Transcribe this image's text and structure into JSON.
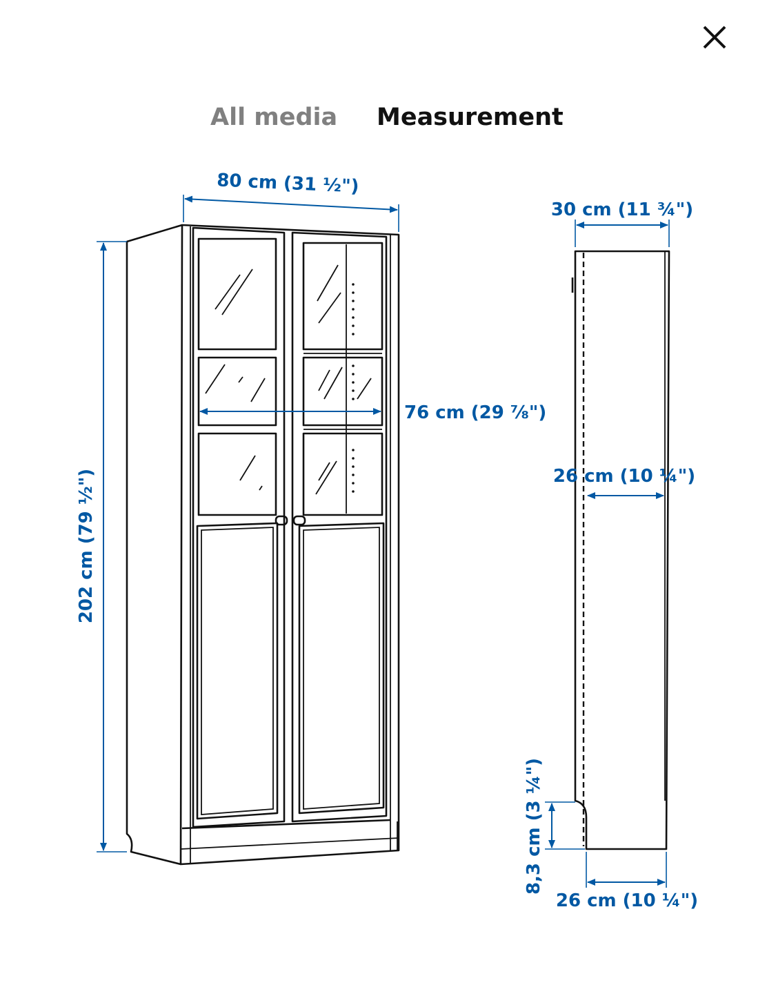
{
  "header": {
    "close_icon": "close-icon",
    "tabs": [
      {
        "label": "All media",
        "active": false
      },
      {
        "label": "Measurement",
        "active": true
      }
    ]
  },
  "colors": {
    "dimension_blue": "#0058a3",
    "line_black": "#111111",
    "inactive_tab": "#808080"
  },
  "measurements": {
    "width": "80 cm (31 ½\")",
    "inner_width": "76 cm (29 ⅞\")",
    "height": "202 cm (79 ½\")",
    "depth": "30 cm (11 ¾\")",
    "inner_depth": "26 cm (10 ¼\")",
    "plinth_height": "8,3 cm (3 ¼\")",
    "base_depth": "26 cm (10 ¼\")"
  }
}
